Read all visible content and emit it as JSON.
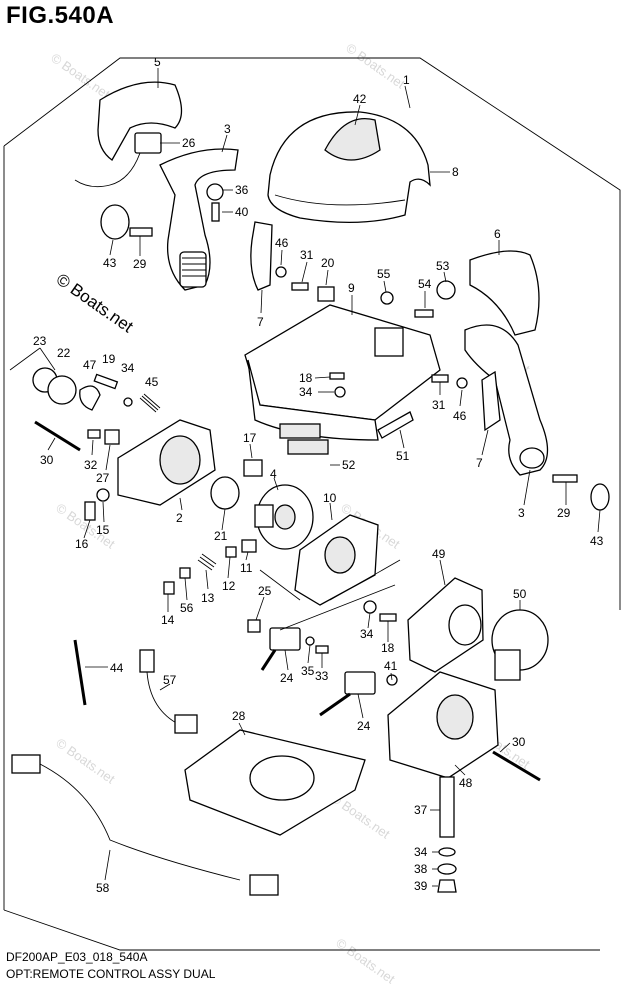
{
  "figure": {
    "title": "FIG.540A",
    "code": "DF200AP_E03_018_540A",
    "description": "OPT:REMOTE CONTROL ASSY DUAL"
  },
  "watermark": {
    "main": "© Boats.net",
    "repeat": "© Boats.net"
  },
  "callouts": [
    {
      "id": "1",
      "label": "1"
    },
    {
      "id": "42",
      "label": "42"
    },
    {
      "id": "8",
      "label": "8"
    },
    {
      "id": "5",
      "label": "5"
    },
    {
      "id": "26",
      "label": "26"
    },
    {
      "id": "3a",
      "label": "3"
    },
    {
      "id": "36",
      "label": "36"
    },
    {
      "id": "40",
      "label": "40"
    },
    {
      "id": "43a",
      "label": "43"
    },
    {
      "id": "29a",
      "label": "29"
    },
    {
      "id": "46a",
      "label": "46"
    },
    {
      "id": "31a",
      "label": "31"
    },
    {
      "id": "20",
      "label": "20"
    },
    {
      "id": "7a",
      "label": "7"
    },
    {
      "id": "6",
      "label": "6"
    },
    {
      "id": "55",
      "label": "55"
    },
    {
      "id": "53",
      "label": "53"
    },
    {
      "id": "54",
      "label": "54"
    },
    {
      "id": "9",
      "label": "9"
    },
    {
      "id": "23",
      "label": "23"
    },
    {
      "id": "22",
      "label": "22"
    },
    {
      "id": "47",
      "label": "47"
    },
    {
      "id": "19",
      "label": "19"
    },
    {
      "id": "34a",
      "label": "34"
    },
    {
      "id": "45",
      "label": "45"
    },
    {
      "id": "18a",
      "label": "18"
    },
    {
      "id": "34b",
      "label": "34"
    },
    {
      "id": "31b",
      "label": "31"
    },
    {
      "id": "46b",
      "label": "46"
    },
    {
      "id": "30a",
      "label": "30"
    },
    {
      "id": "32",
      "label": "32"
    },
    {
      "id": "27",
      "label": "27"
    },
    {
      "id": "17",
      "label": "17"
    },
    {
      "id": "52",
      "label": "52"
    },
    {
      "id": "51",
      "label": "51"
    },
    {
      "id": "7b",
      "label": "7"
    },
    {
      "id": "4",
      "label": "4"
    },
    {
      "id": "2",
      "label": "2"
    },
    {
      "id": "10",
      "label": "10"
    },
    {
      "id": "3b",
      "label": "3"
    },
    {
      "id": "29b",
      "label": "29"
    },
    {
      "id": "43b",
      "label": "43"
    },
    {
      "id": "16",
      "label": "16"
    },
    {
      "id": "15",
      "label": "15"
    },
    {
      "id": "21",
      "label": "21"
    },
    {
      "id": "11",
      "label": "11"
    },
    {
      "id": "12",
      "label": "12"
    },
    {
      "id": "13",
      "label": "13"
    },
    {
      "id": "56",
      "label": "56"
    },
    {
      "id": "14",
      "label": "14"
    },
    {
      "id": "25",
      "label": "25"
    },
    {
      "id": "49",
      "label": "49"
    },
    {
      "id": "50",
      "label": "50"
    },
    {
      "id": "34c",
      "label": "34"
    },
    {
      "id": "18b",
      "label": "18"
    },
    {
      "id": "44",
      "label": "44"
    },
    {
      "id": "57",
      "label": "57"
    },
    {
      "id": "24a",
      "label": "24"
    },
    {
      "id": "35",
      "label": "35"
    },
    {
      "id": "33",
      "label": "33"
    },
    {
      "id": "41",
      "label": "41"
    },
    {
      "id": "24b",
      "label": "24"
    },
    {
      "id": "28",
      "label": "28"
    },
    {
      "id": "30b",
      "label": "30"
    },
    {
      "id": "48",
      "label": "48"
    },
    {
      "id": "37",
      "label": "37"
    },
    {
      "id": "34d",
      "label": "34"
    },
    {
      "id": "38",
      "label": "38"
    },
    {
      "id": "39",
      "label": "39"
    },
    {
      "id": "58",
      "label": "58"
    }
  ]
}
